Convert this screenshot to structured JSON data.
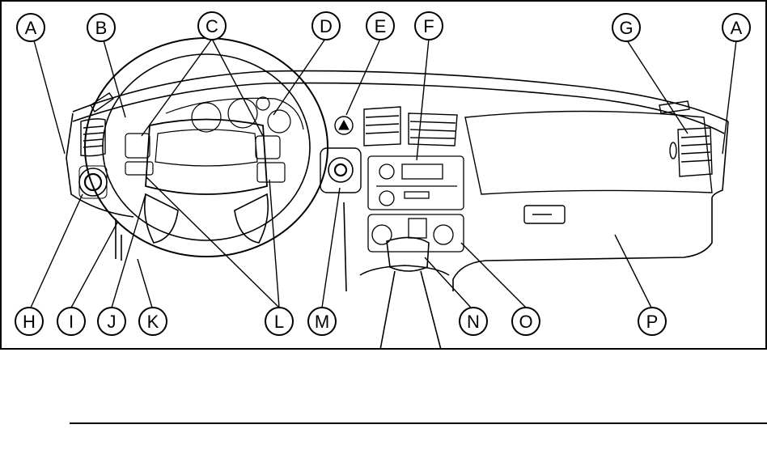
{
  "figure": {
    "callouts": [
      {
        "id": "A-left",
        "letter": "A"
      },
      {
        "id": "B",
        "letter": "B"
      },
      {
        "id": "C",
        "letter": "C"
      },
      {
        "id": "D",
        "letter": "D"
      },
      {
        "id": "E",
        "letter": "E"
      },
      {
        "id": "F",
        "letter": "F"
      },
      {
        "id": "G",
        "letter": "G"
      },
      {
        "id": "A-right",
        "letter": "A"
      },
      {
        "id": "H",
        "letter": "H"
      },
      {
        "id": "I",
        "letter": "I"
      },
      {
        "id": "J",
        "letter": "J"
      },
      {
        "id": "K",
        "letter": "K"
      },
      {
        "id": "L",
        "letter": "L"
      },
      {
        "id": "M",
        "letter": "M"
      },
      {
        "id": "N",
        "letter": "N"
      },
      {
        "id": "O",
        "letter": "O"
      },
      {
        "id": "P",
        "letter": "P"
      }
    ]
  },
  "colors": {
    "ink": "#000000",
    "paper": "#ffffff"
  }
}
